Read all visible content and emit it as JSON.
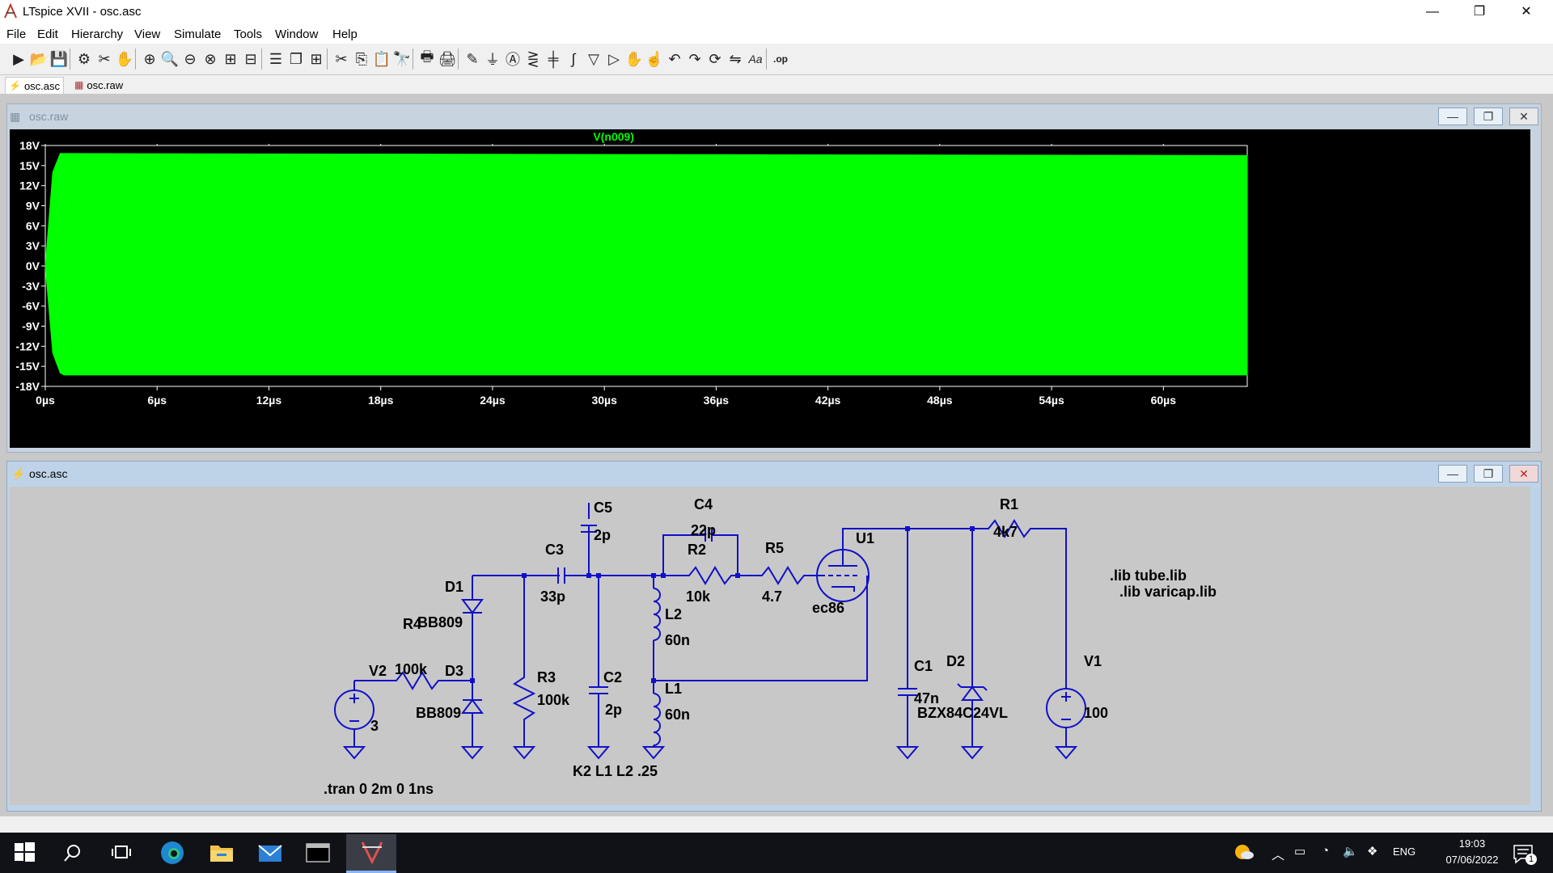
{
  "window": {
    "title": "LTspice XVII - osc.asc",
    "controls": {
      "minimize": "—",
      "restore": "❐",
      "close": "✕"
    }
  },
  "menu": [
    "File",
    "Edit",
    "Hierarchy",
    "View",
    "Simulate",
    "Tools",
    "Window",
    "Help"
  ],
  "toolbar": {
    "icons": [
      "run-icon",
      "open-icon",
      "save-icon",
      "control-panel-icon",
      "halt-icon",
      "pan-hand-icon",
      "zoom-in-icon",
      "zoom-area-icon",
      "zoom-out-icon",
      "zoom-fit-icon",
      "autorange-icon",
      "plot-setup-icon",
      "tile-horizontal-icon",
      "cascade-icon",
      "tile-vertical-icon",
      "cut-icon",
      "copy-icon",
      "paste-icon",
      "find-icon",
      "print-icon",
      "print-preview-icon",
      "draw-wire-icon",
      "ground-icon",
      "label-net-icon",
      "resistor-icon",
      "capacitor-icon",
      "inductor-icon",
      "diode-icon",
      "component-icon",
      "move-hand-icon",
      "drag-hand-icon",
      "undo-icon",
      "redo-icon",
      "rotate-icon",
      "mirror-icon",
      "text-icon",
      "spice-directive-icon"
    ],
    "glyphs": [
      "▶",
      "📂",
      "💾",
      "⚙",
      "✂",
      "✋",
      "⊕",
      "🔍",
      "⊖",
      "⊗",
      "⊞",
      "⊟",
      "☰",
      "❐",
      "⊞",
      "✂",
      "⎘",
      "📋",
      "🔭",
      "🖶",
      "🖨",
      "✎",
      "⏚",
      "Ⓐ",
      "⋛",
      "╪",
      "∫",
      "▽",
      "▷",
      "✋",
      "☝",
      "↶",
      "↷",
      "⟳",
      "⇋",
      "Aa",
      ".op"
    ]
  },
  "tabs": [
    {
      "label": "osc.asc",
      "active": true
    },
    {
      "label": "osc.raw",
      "active": false
    }
  ],
  "waveform_window": {
    "title": "osc.raw",
    "trace_label": "V(n009)",
    "y_ticks": [
      "18V",
      "15V",
      "12V",
      "9V",
      "6V",
      "3V",
      "0V",
      "-3V",
      "-6V",
      "-9V",
      "-12V",
      "-15V",
      "-18V"
    ],
    "x_ticks": [
      "0µs",
      "6µs",
      "12µs",
      "18µs",
      "24µs",
      "30µs",
      "36µs",
      "42µs",
      "48µs",
      "54µs",
      "60µs"
    ],
    "trace_color": "#00ff00",
    "background": "#000000"
  },
  "chart_data": {
    "type": "area",
    "title": "V(n009)",
    "xlabel": "",
    "ylabel": "",
    "xlim": [
      0,
      64.5
    ],
    "ylim": [
      -18,
      18
    ],
    "x_unit": "µs",
    "y_unit": "V",
    "grid": false,
    "series": [
      {
        "name": "V(n009)",
        "x": [
          0,
          0.4,
          0.8,
          1.0,
          64.5
        ],
        "upper": [
          0,
          14,
          16.8,
          16.8,
          16.5
        ],
        "lower": [
          0,
          -13,
          -16,
          -16.3,
          -16.3
        ]
      }
    ]
  },
  "schematic_window": {
    "title": "osc.asc",
    "labels": {
      "c5": "C5",
      "c5v": "2p",
      "c4": "C4",
      "c4v": "22p",
      "r1": "R1",
      "r1v": "4k7",
      "u1": "U1",
      "u1v": "ec86",
      "c3": "C3",
      "c3v": "33p",
      "r2": "R2",
      "r2v": "10k",
      "r5": "R5",
      "r5v": "4.7",
      "d1": "D1",
      "r4": "R4",
      "d1v": "BB809",
      "r4v": "100k",
      "v2": "V2",
      "v2v": "3",
      "d3": "D3",
      "d3v": "BB809",
      "r3": "R3",
      "r3v": "100k",
      "l2": "L2",
      "l2v": "60n",
      "l1": "L1",
      "l1v": "60n",
      "c2": "C2",
      "c2v": "2p",
      "c1": "C1",
      "c1v": "47n",
      "d2": "D2",
      "d2v": "BZX84C24VL",
      "v1": "V1",
      "v1v": "100",
      "lib1": ".lib tube.lib",
      "lib2": ".lib varicap.lib",
      "k": "K2 L1 L2 .25",
      "tran": ".tran 0 2m 0 1ns"
    }
  },
  "taskbar": {
    "apps": [
      "start-icon",
      "search-icon",
      "task-view-icon",
      "edge-icon",
      "file-explorer-icon",
      "mail-icon",
      "terminal-icon",
      "ltspice-icon"
    ],
    "language": "ENG",
    "time": "19:03",
    "date": "07/06/2022",
    "notification_count": "1"
  }
}
